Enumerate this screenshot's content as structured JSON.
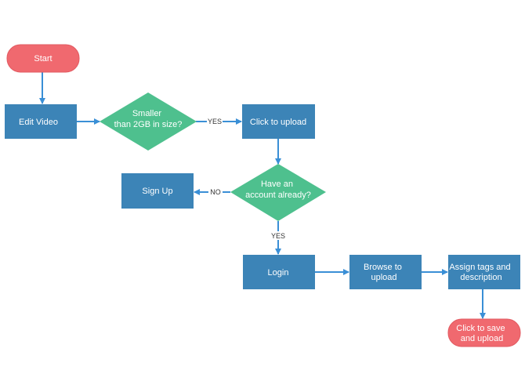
{
  "colors": {
    "terminal_fill": "#f0696f",
    "process_fill": "#3c84b7",
    "decision_fill": "#4ec08e",
    "connector": "#3a8fd6",
    "text": "#ffffff",
    "label_text": "#333333"
  },
  "nodes": {
    "start": {
      "lines": [
        "Start"
      ]
    },
    "edit_video": {
      "lines": [
        "Edit Video"
      ]
    },
    "size_check": {
      "lines": [
        "Smaller",
        "than 2GB  in size?"
      ]
    },
    "click_upload": {
      "lines": [
        "Click to upload"
      ]
    },
    "account_check": {
      "lines": [
        "Have an",
        "account  already?"
      ]
    },
    "sign_up": {
      "lines": [
        "Sign Up"
      ]
    },
    "login": {
      "lines": [
        "Login"
      ]
    },
    "browse": {
      "lines": [
        "Browse to",
        "upload"
      ]
    },
    "assign_tags": {
      "lines": [
        "Assign tags and",
        "description"
      ]
    },
    "save": {
      "lines": [
        "Click to save",
        "and upload"
      ]
    }
  },
  "edges": {
    "size_yes": "YES",
    "account_no": "NO",
    "account_yes": "YES"
  }
}
